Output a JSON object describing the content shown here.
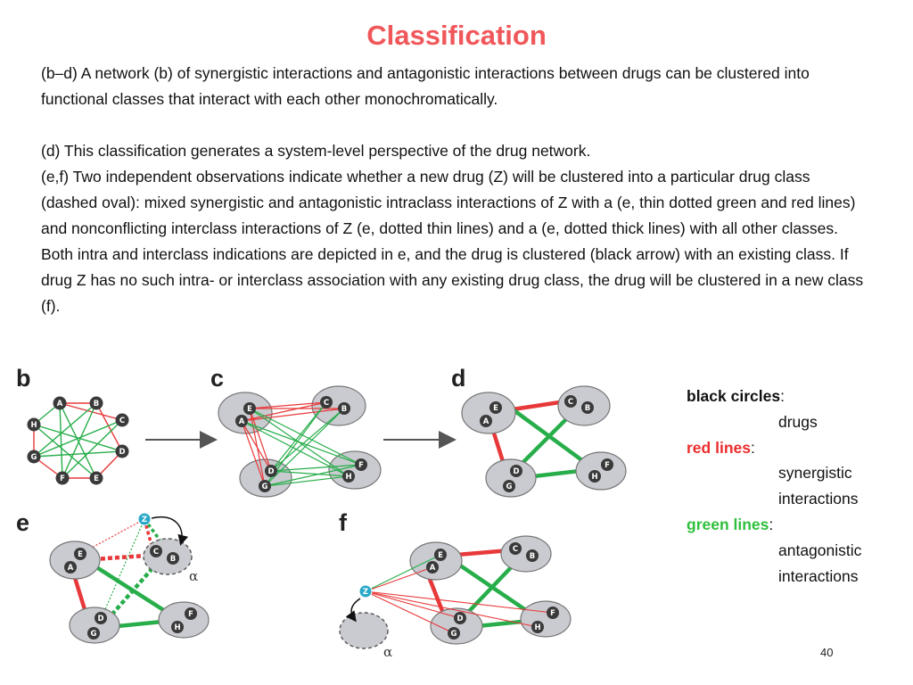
{
  "slide": {
    "title": "Classification",
    "paragraphs": [
      "(b–d) A network (b) of synergistic interactions and antagonistic interactions between drugs can be clustered into functional classes that interact with each other monochromatically.",
      "(d) This classification generates a system-level perspective of the drug network.",
      "(e,f) Two independent observations indicate whether a new drug (Z) will be clustered into a particular drug class (dashed oval): mixed synergistic and antagonistic intraclass interactions of Z with a (e, thin dotted green and red lines) and nonconflicting interclass interactions of Z (e, dotted thin lines) and a (e, dotted thick lines) with all other classes. Both intra and interclass indications are depicted in e, and the drug is clustered (black arrow) with an existing class. If drug Z has no such intra- or interclass association with any existing drug class, the drug will be clustered in a new class (f)."
    ],
    "page_number": "40"
  },
  "legend": {
    "items": [
      {
        "key": "black circles",
        "sep": ":",
        "desc": [
          "drugs"
        ],
        "color": "#111111"
      },
      {
        "key": "red lines",
        "sep": ":",
        "desc": [
          "synergistic",
          "interactions"
        ],
        "color": "#ec2d2d"
      },
      {
        "key": "green lines",
        "sep": ":",
        "desc": [
          "antagonistic",
          "interactions"
        ],
        "color": "#2fbf3c"
      }
    ]
  },
  "figure": {
    "panels": [
      "b",
      "c",
      "d",
      "e",
      "f"
    ],
    "node_labels": [
      "A",
      "B",
      "C",
      "D",
      "E",
      "F",
      "G",
      "H"
    ],
    "new_drug_label": "Z",
    "new_class_label": "α",
    "colors": {
      "synergistic": "#e8393a",
      "antagonistic": "#27ae4a",
      "node": "#3a3a3a",
      "new_drug": "#2aa8c8",
      "class_oval": "#c9cbd0"
    }
  }
}
